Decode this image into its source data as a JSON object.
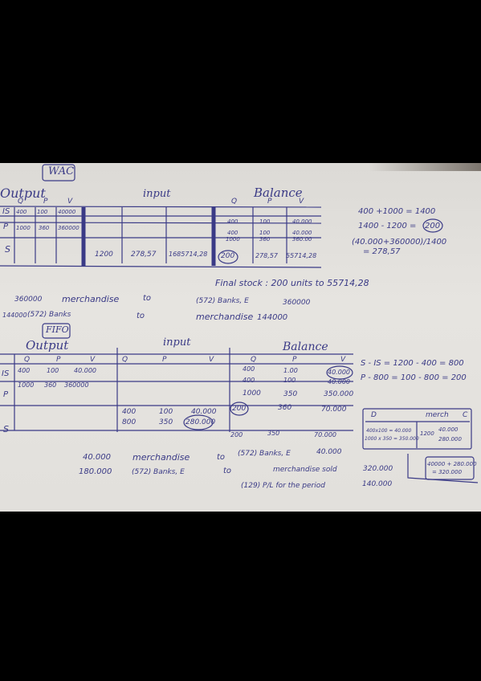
{
  "wac": {
    "title": "WAC",
    "sections": {
      "output": "Output",
      "input": "input",
      "balance": "Balance"
    },
    "col_q": "Q",
    "col_p": "P",
    "col_v": "V",
    "rows": {
      "is": {
        "label": "IS",
        "out_q": "400",
        "out_p": "100",
        "out_v": "40000",
        "bal_q": "400",
        "bal_p": "100",
        "bal_v": "40.000"
      },
      "p": {
        "label": "P",
        "out_q": "1000",
        "out_p": "360",
        "out_v": "360000",
        "bal_q": "400",
        "bal_p": "100",
        "bal_v": "40.000",
        "bal_q2": "1000",
        "bal_p2": "360",
        "bal_v2": "360.00"
      },
      "s": {
        "label": "S",
        "in_q": "1200",
        "in_p": "278,57",
        "in_v": "1685714,28",
        "bal_q": "200",
        "bal_p": "278,57",
        "bal_v": "55714,28"
      }
    },
    "calc": {
      "line1": "400 +1000 = 1400",
      "line2": "1400 - 1200 =",
      "line2_circled": "200",
      "line3": "(40.000+360000)/1400",
      "line4": "= 278,57"
    },
    "final_stock": "Final stock : 200 units to 55714,28",
    "journal": [
      {
        "amount": "360000",
        "debit": "merchandise",
        "to": "to",
        "credit": "(572) Banks, E",
        "credit_amount": "360000"
      },
      {
        "amount": "144000",
        "debit": "(572) Banks",
        "to": "to",
        "credit": "merchandise",
        "credit_amount": "144000"
      }
    ]
  },
  "fifo": {
    "title": "FIFO",
    "sections": {
      "output": "Output",
      "input": "input",
      "balance": "Balance"
    },
    "col_q": "Q",
    "col_p": "P",
    "col_v": "V",
    "rows": {
      "is": {
        "label": "IS",
        "out_q": "400",
        "out_p": "100",
        "out_v": "40.000",
        "bal_q": "400",
        "bal_p": "1.00",
        "bal_v": "40.000"
      },
      "p": {
        "label": "P",
        "out_q": "1000",
        "out_p": "360",
        "out_v": "360000",
        "bal_q": "400",
        "bal_p": "100",
        "bal_v": "40.000",
        "bal_q2": "1000",
        "bal_p2": "350",
        "bal_v2": "350.000"
      },
      "s": {
        "label": "S",
        "in_q": "400",
        "in_p": "100",
        "in_v": "40.000",
        "in_q2": "800",
        "in_p2": "350",
        "in_v2": "280.000",
        "bal_q": "200",
        "bal_p": "360",
        "bal_v": "70.000",
        "bal_q2": "200",
        "bal_p2": "350",
        "bal_v2": "70.000"
      }
    },
    "calc": {
      "line1": "S - IS = 1200 - 400 = 800",
      "line2": "P - 800 = 100 - 800 = 200"
    },
    "t_account": {
      "d": "D",
      "title": "merch",
      "c": "C",
      "debit1": "400x100 = 40.000",
      "debit2": "1000 x 350 = 350.000",
      "credit_q": "1200",
      "credit1": "40.000",
      "credit2": "280.000"
    },
    "boxed_calc": {
      "line1": "40000 + 280.000",
      "line2": "= 320.000"
    },
    "journal": [
      {
        "amount": "40.000",
        "debit": "merchandise",
        "to": "to",
        "credit": "(572) Banks, E",
        "credit_amount": "40.000"
      },
      {
        "amount": "180.000",
        "debit": "(572) Banks, E",
        "to": "to",
        "credit": "merchandise sold",
        "credit_amount": "320.000"
      },
      {
        "line": "(129) P/L for the period",
        "amount": "140.000"
      }
    ]
  }
}
